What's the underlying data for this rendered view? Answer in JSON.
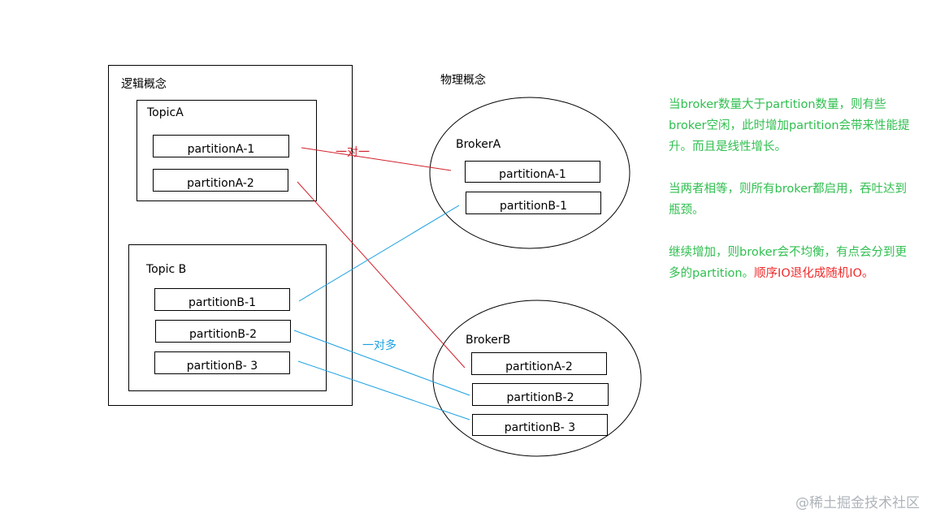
{
  "logical": {
    "title": "逻辑概念",
    "topicA": {
      "title": "TopicA",
      "partitions": [
        "partitionA-1",
        "partitionA-2"
      ]
    },
    "topicB": {
      "title": "Topic B",
      "partitions": [
        "partitionB-1",
        "partitionB-2",
        "partitionB- 3"
      ]
    }
  },
  "physical": {
    "title": "物理概念",
    "brokerA": {
      "title": "BrokerA",
      "partitions": [
        "partitionA-1",
        "partitionB-1"
      ]
    },
    "brokerB": {
      "title": "BrokerB",
      "partitions": [
        "partitionA-2",
        "partitionB-2",
        "partitionB- 3"
      ]
    }
  },
  "edges": {
    "one_to_one_label": "一对一",
    "one_to_many_label": "一对多",
    "red_color": "#d0202a",
    "blue_color": "#1ba0e1"
  },
  "notes": {
    "p1": "当broker数量大于partition数量，则有些broker空闲，此时增加partition会带来性能提升。而且是线性增长。",
    "p2": "当两者相等，则所有broker都启用，吞吐达到瓶颈。",
    "p3_green": "继续增加，则broker会不均衡，有点会分到更多的partition。",
    "p3_red": "顺序IO退化成随机IO。",
    "green_color": "#2fbf4f",
    "red_color": "#ef2b2b"
  },
  "watermark": "@稀土掘金技术社区"
}
